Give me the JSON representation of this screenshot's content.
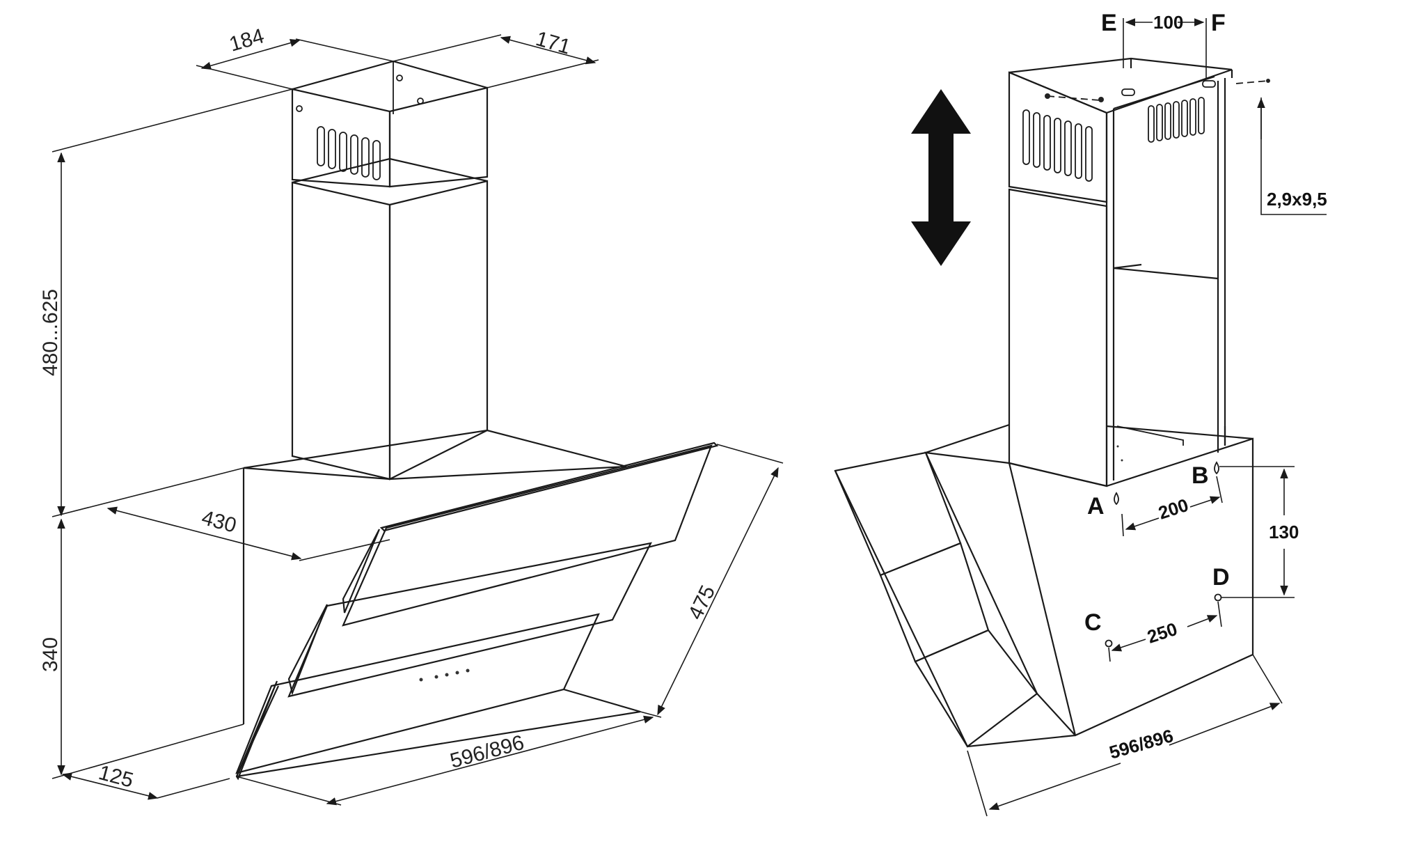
{
  "left_view": {
    "dims": {
      "top_depth": "184",
      "top_width": "171",
      "chimney_height": "480...625",
      "hood_height": "340",
      "body_depth": "430",
      "glass_depth": "475",
      "width": "596/896",
      "front_offset": "125"
    }
  },
  "right_view": {
    "dims": {
      "bracket_spacing": "100",
      "screw_size": "2,9x9,5",
      "upper_hole_spacing": "200",
      "vertical_hole_spacing": "130",
      "lower_hole_spacing": "250",
      "width": "596/896"
    },
    "points": {
      "A": "A",
      "B": "B",
      "C": "C",
      "D": "D",
      "E": "E",
      "F": "F"
    }
  }
}
